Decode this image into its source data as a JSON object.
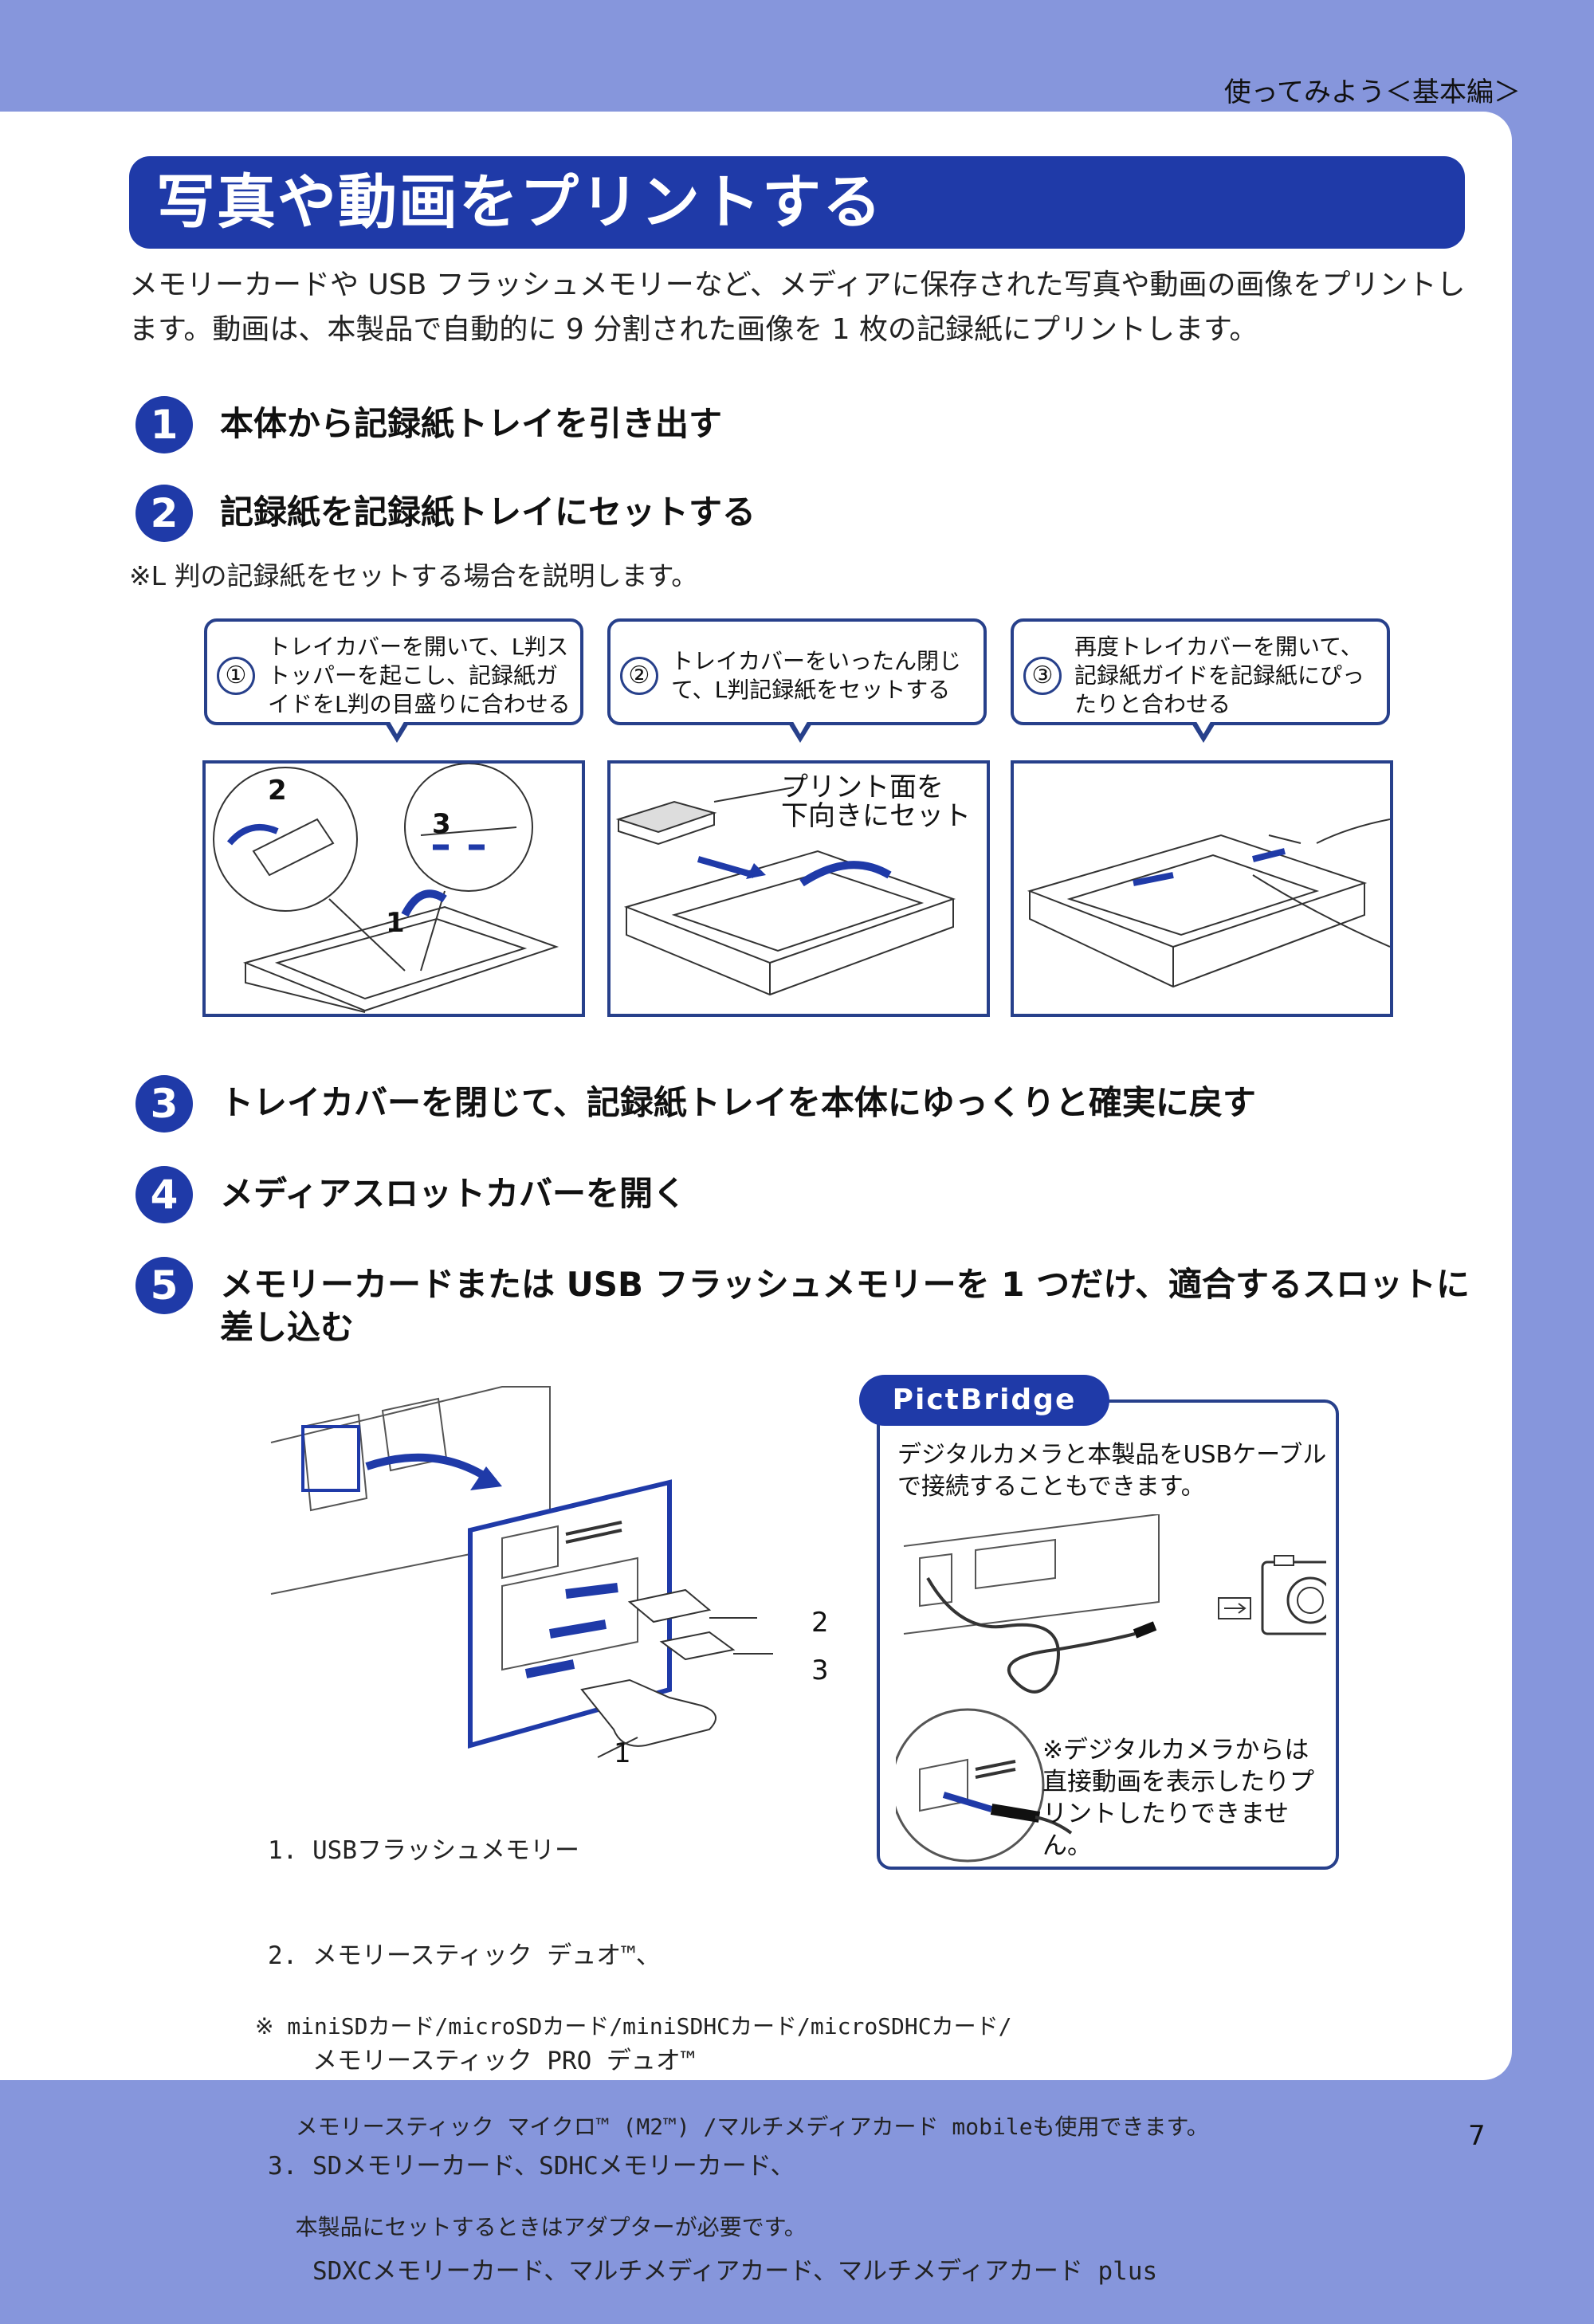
{
  "header": {
    "section_label": "使ってみよう＜基本編＞"
  },
  "title": "写真や動画をプリントする",
  "intro": "メモリーカードや USB フラッシュメモリーなど、メディアに保存された写真や動画の画像をプリントします。動画は、本製品で自動的に 9 分割された画像を 1 枚の記録紙にプリントします。",
  "steps": [
    {
      "num": "1",
      "text": "本体から記録紙トレイを引き出す"
    },
    {
      "num": "2",
      "text": "記録紙を記録紙トレイにセットする"
    },
    {
      "num": "3",
      "text": "トレイカバーを閉じて、記録紙トレイを本体にゆっくりと確実に戻す"
    },
    {
      "num": "4",
      "text": "メディアスロットカバーを開く"
    },
    {
      "num": "5",
      "text": "メモリーカードまたは USB フラッシュメモリーを 1 つだけ、適合するスロットに差し込む"
    }
  ],
  "step2_note": "※L 判の記録紙をセットする場合を説明します。",
  "callouts": [
    {
      "num": "①",
      "text": "トレイカバーを開いて、L判ストッパーを起こし、記録紙ガイドをL判の目盛りに合わせる"
    },
    {
      "num": "②",
      "text": "トレイカバーをいったん閉じて、L判記録紙をセットする"
    },
    {
      "num": "③",
      "text": "再度トレイカバーを開いて、記録紙ガイドを記録紙にぴったりと合わせる"
    }
  ],
  "panel1_labels": {
    "a": "1",
    "b": "2",
    "c": "3"
  },
  "panel2_label": "プリント面を\n下向きにセット",
  "media_labels": {
    "one": "1",
    "two": "2",
    "three": "3"
  },
  "media_list": [
    "1. USBフラッシュメモリー",
    "2. メモリースティック デュオ™、",
    "   メモリースティック PRO デュオ™",
    "3. SDメモリーカード、SDHCメモリーカード、",
    "   SDXCメモリーカード、マルチメディアカード、マルチメディアカード plus"
  ],
  "media_note": [
    "※ miniSDカード/microSDカード/miniSDHCカード/microSDHCカード/",
    "   メモリースティック マイクロ™ (M2™) /マルチメディアカード mobileも使用できます。",
    "   本製品にセットするときはアダプターが必要です。"
  ],
  "pictbridge": {
    "tab": "PictBridge",
    "desc": "デジタルカメラと本製品をUSBケーブルで接続することもできます。",
    "note": "※デジタルカメラからは直接動画を表示したりプリントしたりできません。"
  },
  "page_number": "7",
  "colors": {
    "page_bg": "#8696dc",
    "accent": "#1f3aa8",
    "frame": "#27408b"
  }
}
